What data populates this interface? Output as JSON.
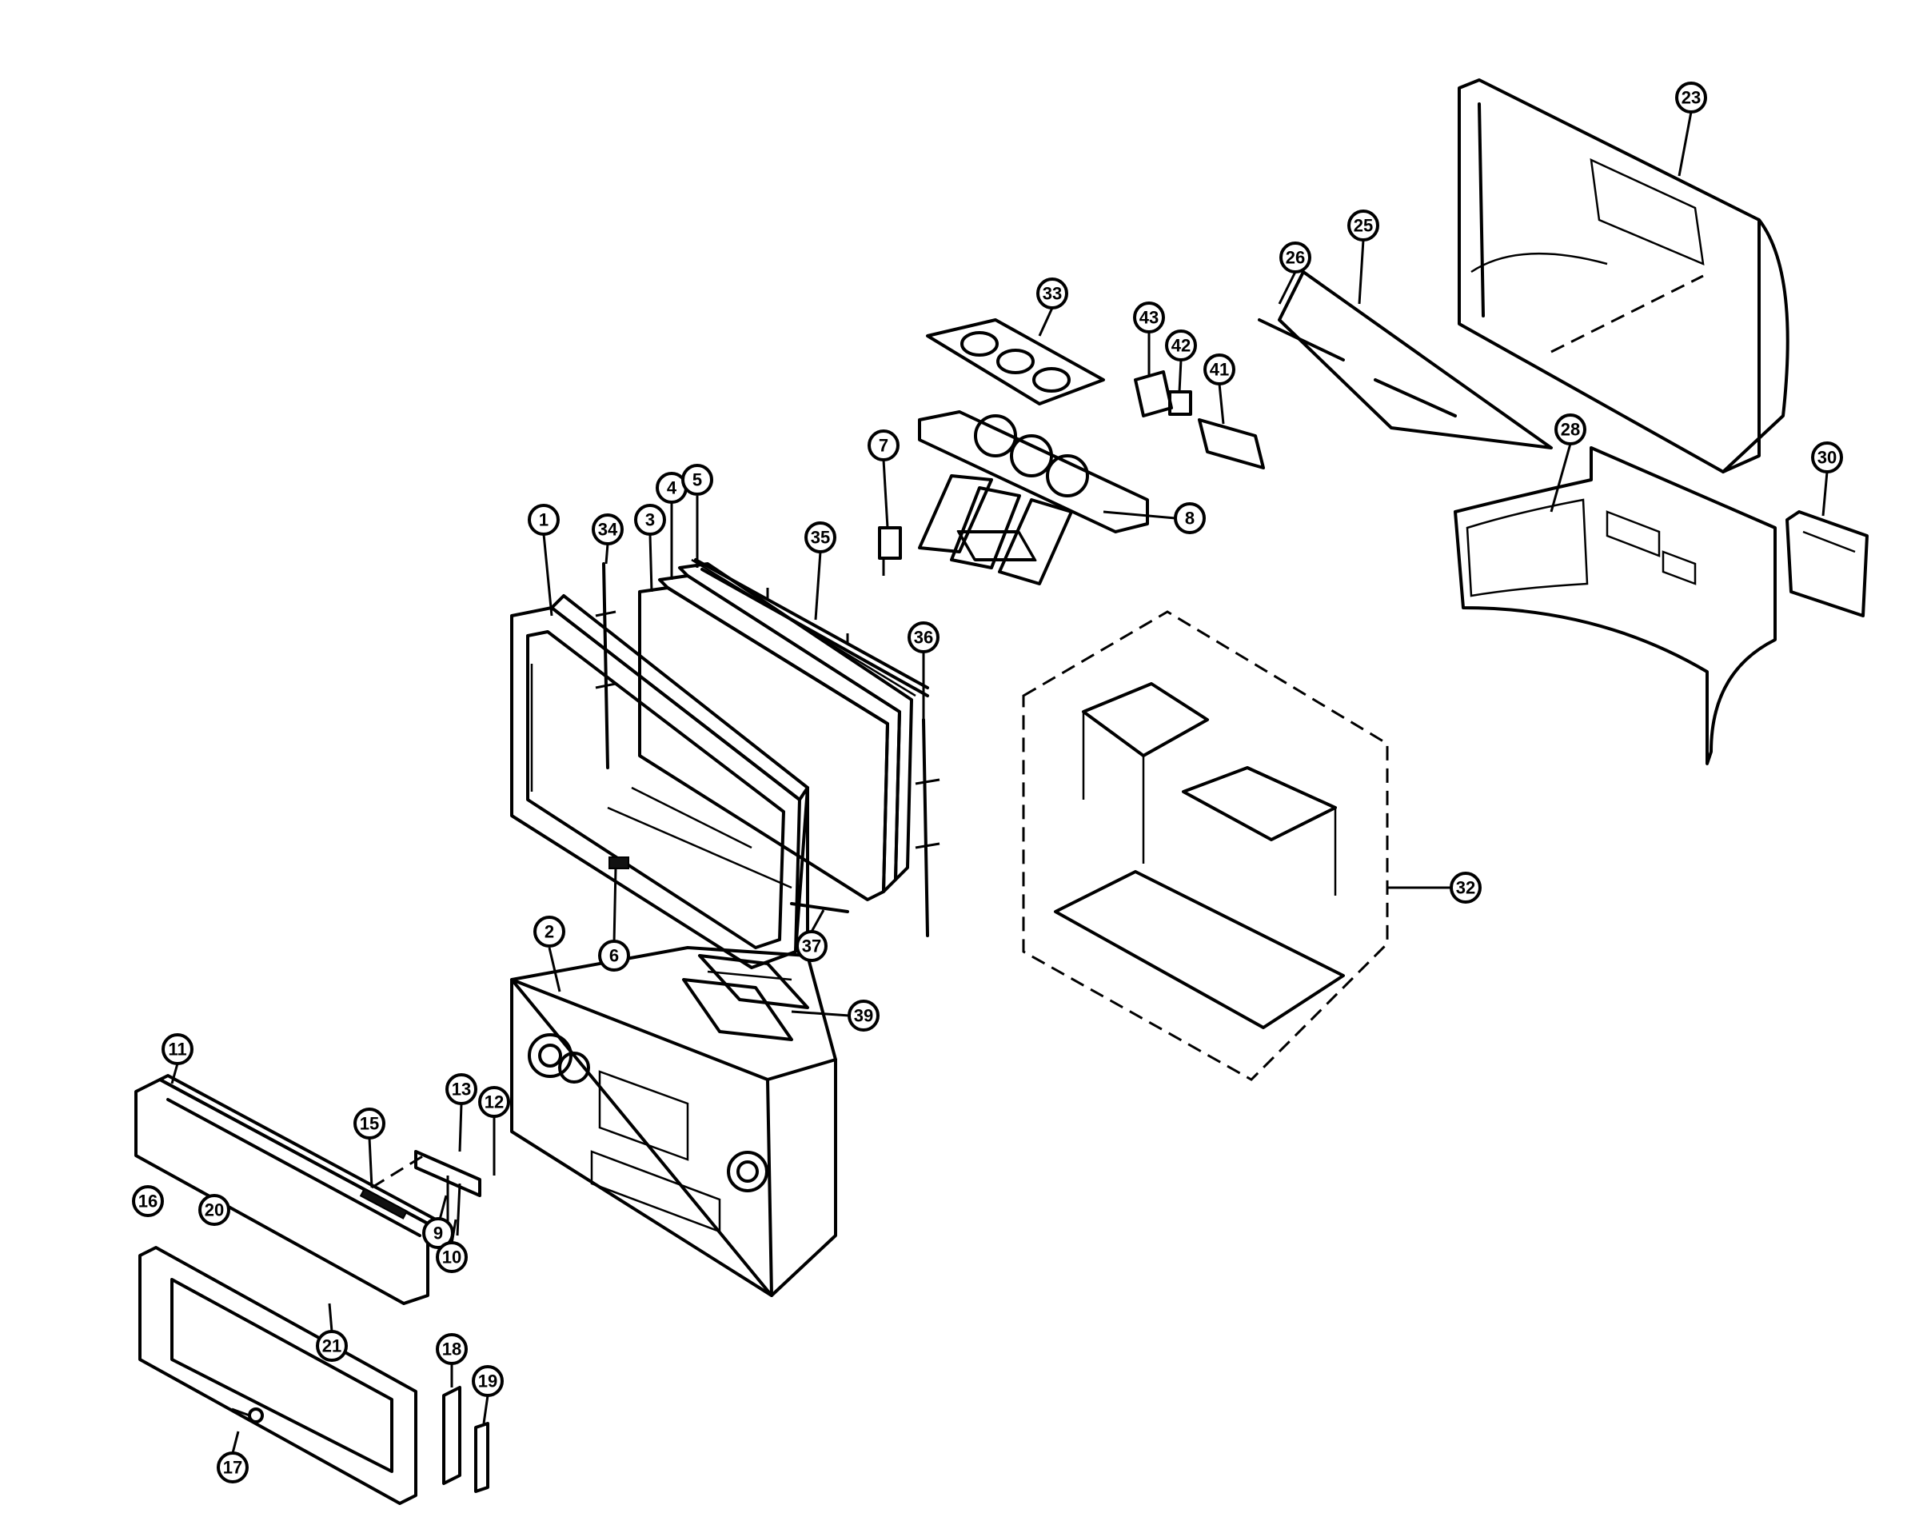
{
  "diagram": {
    "callouts": [
      {
        "id": "c1",
        "label": "1"
      },
      {
        "id": "c2",
        "label": "2"
      },
      {
        "id": "c3",
        "label": "3"
      },
      {
        "id": "c4",
        "label": "4"
      },
      {
        "id": "c5",
        "label": "5"
      },
      {
        "id": "c6",
        "label": "6"
      },
      {
        "id": "c7",
        "label": "7"
      },
      {
        "id": "c8",
        "label": "8"
      },
      {
        "id": "c9",
        "label": "9"
      },
      {
        "id": "c10",
        "label": "10"
      },
      {
        "id": "c11",
        "label": "11"
      },
      {
        "id": "c12",
        "label": "12"
      },
      {
        "id": "c13",
        "label": "13"
      },
      {
        "id": "c15",
        "label": "15"
      },
      {
        "id": "c16",
        "label": "16"
      },
      {
        "id": "c17",
        "label": "17"
      },
      {
        "id": "c18",
        "label": "18"
      },
      {
        "id": "c19",
        "label": "19"
      },
      {
        "id": "c20",
        "label": "20"
      },
      {
        "id": "c21",
        "label": "21"
      },
      {
        "id": "c23",
        "label": "23"
      },
      {
        "id": "c25",
        "label": "25"
      },
      {
        "id": "c26",
        "label": "26"
      },
      {
        "id": "c28",
        "label": "28"
      },
      {
        "id": "c30",
        "label": "30"
      },
      {
        "id": "c32",
        "label": "32"
      },
      {
        "id": "c33",
        "label": "33"
      },
      {
        "id": "c34",
        "label": "34"
      },
      {
        "id": "c35",
        "label": "35"
      },
      {
        "id": "c36",
        "label": "36"
      },
      {
        "id": "c37",
        "label": "37"
      },
      {
        "id": "c39",
        "label": "39"
      },
      {
        "id": "c41",
        "label": "41"
      },
      {
        "id": "c42",
        "label": "42"
      },
      {
        "id": "c43",
        "label": "43"
      }
    ]
  }
}
